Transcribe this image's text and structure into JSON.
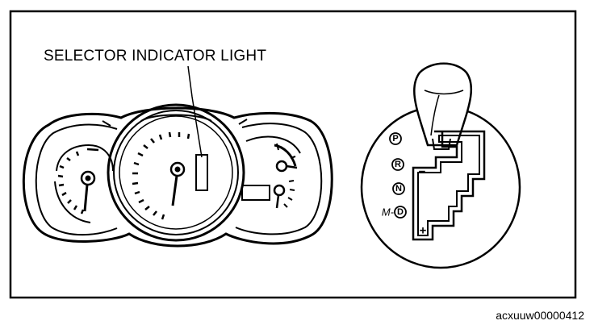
{
  "callout": {
    "label": "SELECTOR INDICATOR LIGHT"
  },
  "figure_code": "acxuuw00000412",
  "shift_gate": {
    "positions": [
      "P",
      "R",
      "N",
      "D"
    ],
    "manual_prefix": "M-",
    "minus_sign": "−",
    "plus_sign": "+"
  }
}
